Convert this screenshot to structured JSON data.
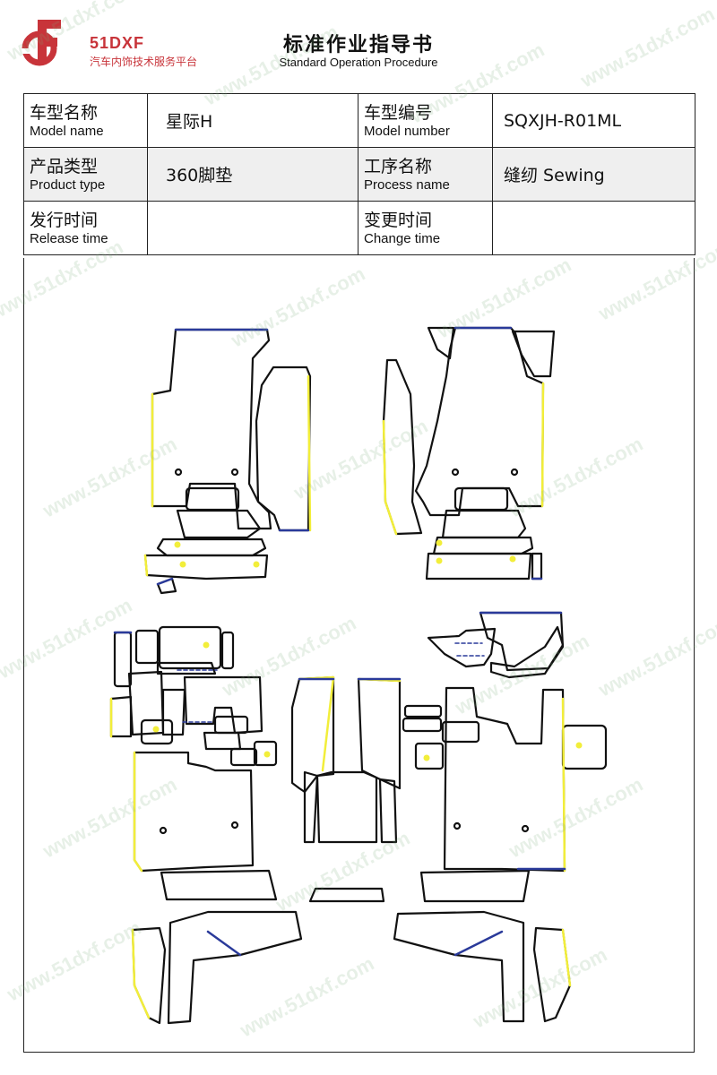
{
  "logo": {
    "brand": "51DXF",
    "tagline": "汽车内饰技术服务平台",
    "color": "#c8343a"
  },
  "header": {
    "title": "标准作业指导书",
    "subtitle": "Standard Operation Procedure"
  },
  "info": {
    "model_name_cn": "车型名称",
    "model_name_en": "Model name",
    "model_name_value": "星际H",
    "model_number_cn": "车型编号",
    "model_number_en": "Model number",
    "model_number_value": "SQXJH-R01ML",
    "product_type_cn": "产品类型",
    "product_type_en": "Product type",
    "product_type_value": "360脚垫",
    "process_name_cn": "工序名称",
    "process_name_en": "Process name",
    "process_name_value": "缝纫 Sewing",
    "release_time_cn": "发行时间",
    "release_time_en": "Release time",
    "release_time_value": "",
    "change_time_cn": "变更时间",
    "change_time_en": "Change time",
    "change_time_value": ""
  },
  "watermark": {
    "text": "www.51dxf.com"
  },
  "drawing": {
    "outline_color": "#111111",
    "edge_yellow": "#f2ee3a",
    "edge_blue": "#2a3a9a"
  }
}
